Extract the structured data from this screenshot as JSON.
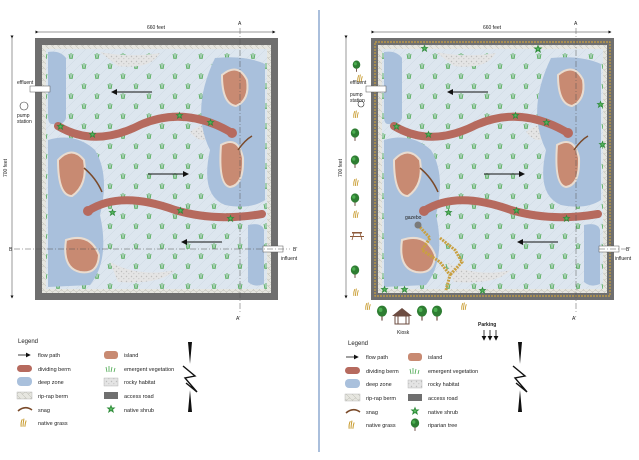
{
  "left_plan": {
    "width_label": "660 feet",
    "height_label": "700 feet",
    "section_a_top": "A",
    "section_a_bottom": "A'",
    "section_b_left": "B",
    "section_b_right": "B'",
    "effluent_label": "effluent",
    "pump_label_1": "pump",
    "pump_label_2": "station",
    "influent_label": "influent"
  },
  "right_plan": {
    "width_label": "660 feet",
    "height_label": "700 feet",
    "section_a_top": "A",
    "section_a_bottom": "A'",
    "section_b_right": "B'",
    "effluent_label": "effluent",
    "pump_label_1": "pump",
    "pump_label_2": "station",
    "influent_label": "influent",
    "gazebo_label": "gazebo",
    "kiosk_label": "Kiosk",
    "parking_label": "Parking"
  },
  "legend_left": {
    "title": "Legend",
    "items": {
      "flow_path": "flow path",
      "island": "island",
      "dividing_berm": "dividing berm",
      "emergent_vegetation": "emergent vegetation",
      "deep_zone": "deep zone",
      "rocky_habitat": "rocky habitat",
      "rip_rap_berm": "rip-rap berm",
      "access_road": "access road",
      "snag": "snag",
      "native_shrub": "native shrub",
      "native_grass": "native grass"
    }
  },
  "legend_right": {
    "title": "Legend",
    "items": {
      "flow_path": "flow path",
      "island": "island",
      "dividing_berm": "dividing berm",
      "emergent_vegetation": "emergent vegetation",
      "deep_zone": "deep zone",
      "rocky_habitat": "rocky habitat",
      "rip_rap_berm": "rip-rap berm",
      "access_road": "access road",
      "snag": "snag",
      "native_shrub": "native shrub",
      "native_grass": "native grass",
      "riparian_tree": "riparian tree"
    }
  },
  "colors": {
    "access_road": "#6f6f6f",
    "deep_zone": "#a9c0dc",
    "shallow": "#d9e4ee",
    "berm": "#b66a5e",
    "island": "#c88a72",
    "vegetation": "#4aa84f",
    "shrub": "#2f8c3a",
    "divider": "#2a5fa8",
    "trail": "#c9a040"
  }
}
